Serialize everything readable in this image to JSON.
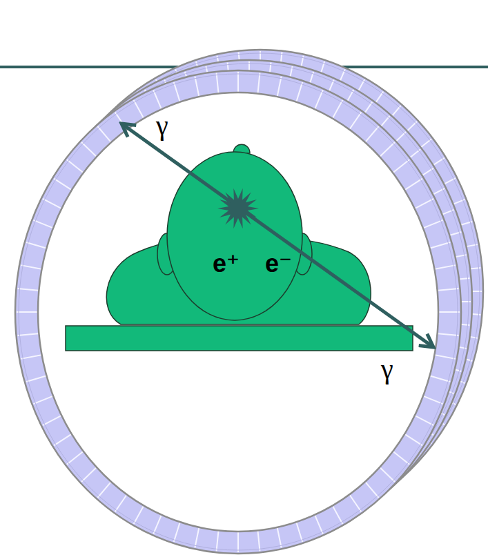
{
  "diagram": {
    "labels": [
      "γ",
      "e⁺",
      "e⁻",
      "γ"
    ]
  }
}
